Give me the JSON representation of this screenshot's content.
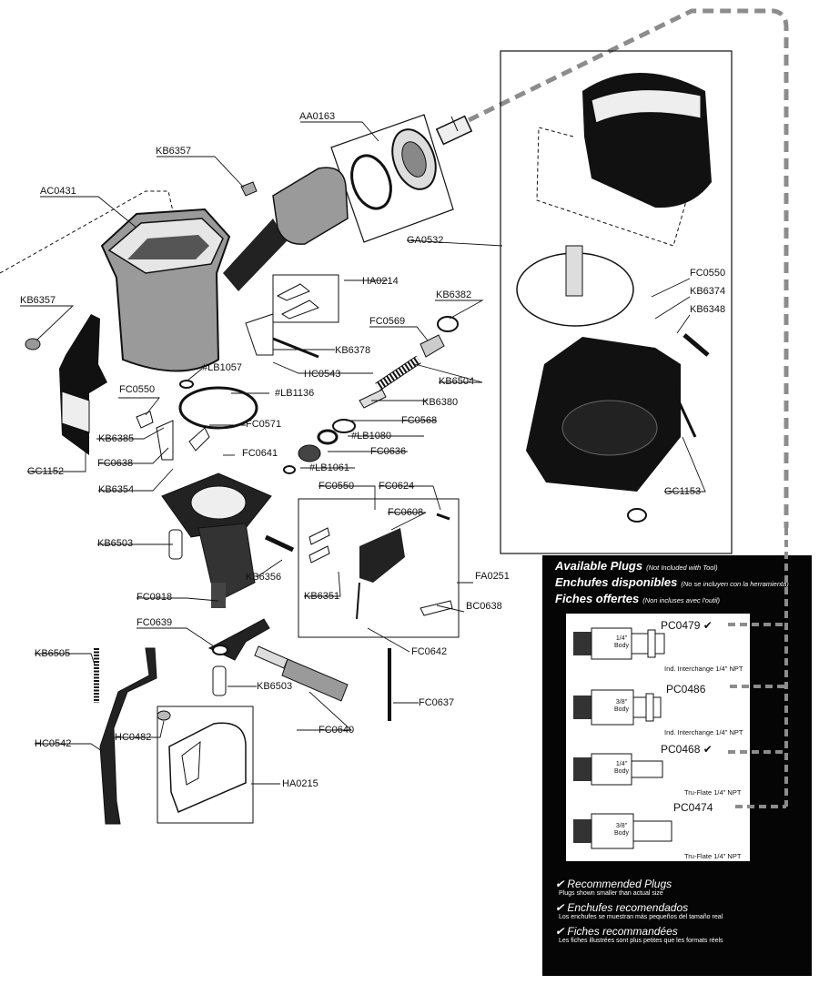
{
  "labels": {
    "AA0163": "AA0163",
    "KB6357_a": "KB6357",
    "AC0431": "AC0431",
    "KB6357_b": "KB6357",
    "HA0214": "HA0214",
    "KB6382": "KB6382",
    "FC0569": "FC0569",
    "KB6378": "KB6378",
    "HC0543": "HC0543",
    "LB1057": "#LB1057",
    "LB1136": "#LB1136",
    "KB6504": "KB6504",
    "KB6380": "KB6380",
    "FC0568": "FC0568",
    "LB1080": "#LB1080",
    "FC0636": "FC0636",
    "LB1061": "#LB1061",
    "FC0571": "FC0571",
    "FC0641": "FC0641",
    "FC0550_a": "FC0550",
    "KB6385": "KB6385",
    "FC0638": "FC0638",
    "GC1152": "GC1152",
    "KB6354": "KB6354",
    "KB6503_a": "KB6503",
    "KB6356": "KB6356",
    "FC0918": "FC0918",
    "FC0639": "FC0639",
    "KB6505": "KB6505",
    "HC0542": "HC0542",
    "HC0482": "HC0482",
    "KB6503_b": "KB6503",
    "FC0640": "FC0640",
    "HA0215": "HA0215",
    "FC0550_b": "FC0550",
    "FC0624": "FC0624",
    "FC0608": "FC0608",
    "FA0251": "FA0251",
    "KB6351": "KB6351",
    "BC0638": "BC0638",
    "FC0642": "FC0642",
    "FC0637": "FC0637",
    "GA0532": "GA0532",
    "FC0550_c": "FC0550",
    "KB6374": "KB6374",
    "KB6348": "KB6348",
    "GC1153": "GC1153"
  },
  "plugs_panel": {
    "title_en": "Available Plugs",
    "title_en_note": "(Not Included with Tool)",
    "title_es": "Enchufes disponibles",
    "title_es_note": "(No se incluyen con la herramienta)",
    "title_fr": "Fiches offertes",
    "title_fr_note": "(Non incluses avec l'outil)",
    "plugs": [
      {
        "name": "PC0479",
        "check": "✔",
        "body": "1/4\" Body",
        "desc": "Ind. Interchange 1/4\" NPT"
      },
      {
        "name": "PC0486",
        "check": "",
        "body": "3/8\" Body",
        "desc": "Ind. Interchange 1/4\" NPT"
      },
      {
        "name": "PC0468",
        "check": "✔",
        "body": "1/4\" Body",
        "desc": "Tru-Flate 1/4\" NPT"
      },
      {
        "name": "PC0474",
        "check": "",
        "body": "3/8\" Body",
        "desc": "Tru-Flate 1/4\" NPT"
      }
    ],
    "rec_en": "✔ Recommended Plugs",
    "rec_en_sub": "Plugs shown smaller than actual size",
    "rec_es": "✔ Enchufes recomendados",
    "rec_es_sub": "Los enchufes se muestran más pequeños del tamaño real",
    "rec_fr": "✔ Fiches recommandées",
    "rec_fr_sub": "Les fiches illustrées sont plus petites que les formats réels"
  },
  "colors": {
    "panel_bg": "#050505",
    "part_gray": "#9a9a9a",
    "dash_gray": "#8c8c8c"
  }
}
